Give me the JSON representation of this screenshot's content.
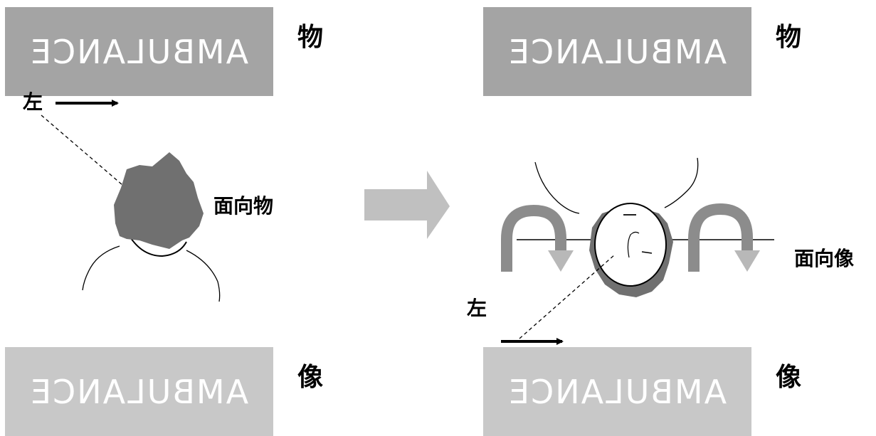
{
  "left_scene": {
    "sign_top": "AMBULANCE",
    "sign_bottom": "AMBULANCE",
    "label_object": "物",
    "label_image": "像",
    "label_left": "左",
    "label_facing": "面向物"
  },
  "right_scene": {
    "sign_top": "AMBULANCE",
    "sign_bottom": "AMBULANCE",
    "label_object": "物",
    "label_image": "像",
    "label_left": "左",
    "label_facing": "面向像"
  },
  "colors": {
    "sign_top_bg": "#a4a4a4",
    "sign_bottom_bg": "#c8c8c8",
    "hair": "#707070",
    "transition_arrow": "#c0c0c0",
    "rotation_arrow_dark": "#8c8c8c",
    "rotation_arrow_light": "#b8b8b8"
  }
}
